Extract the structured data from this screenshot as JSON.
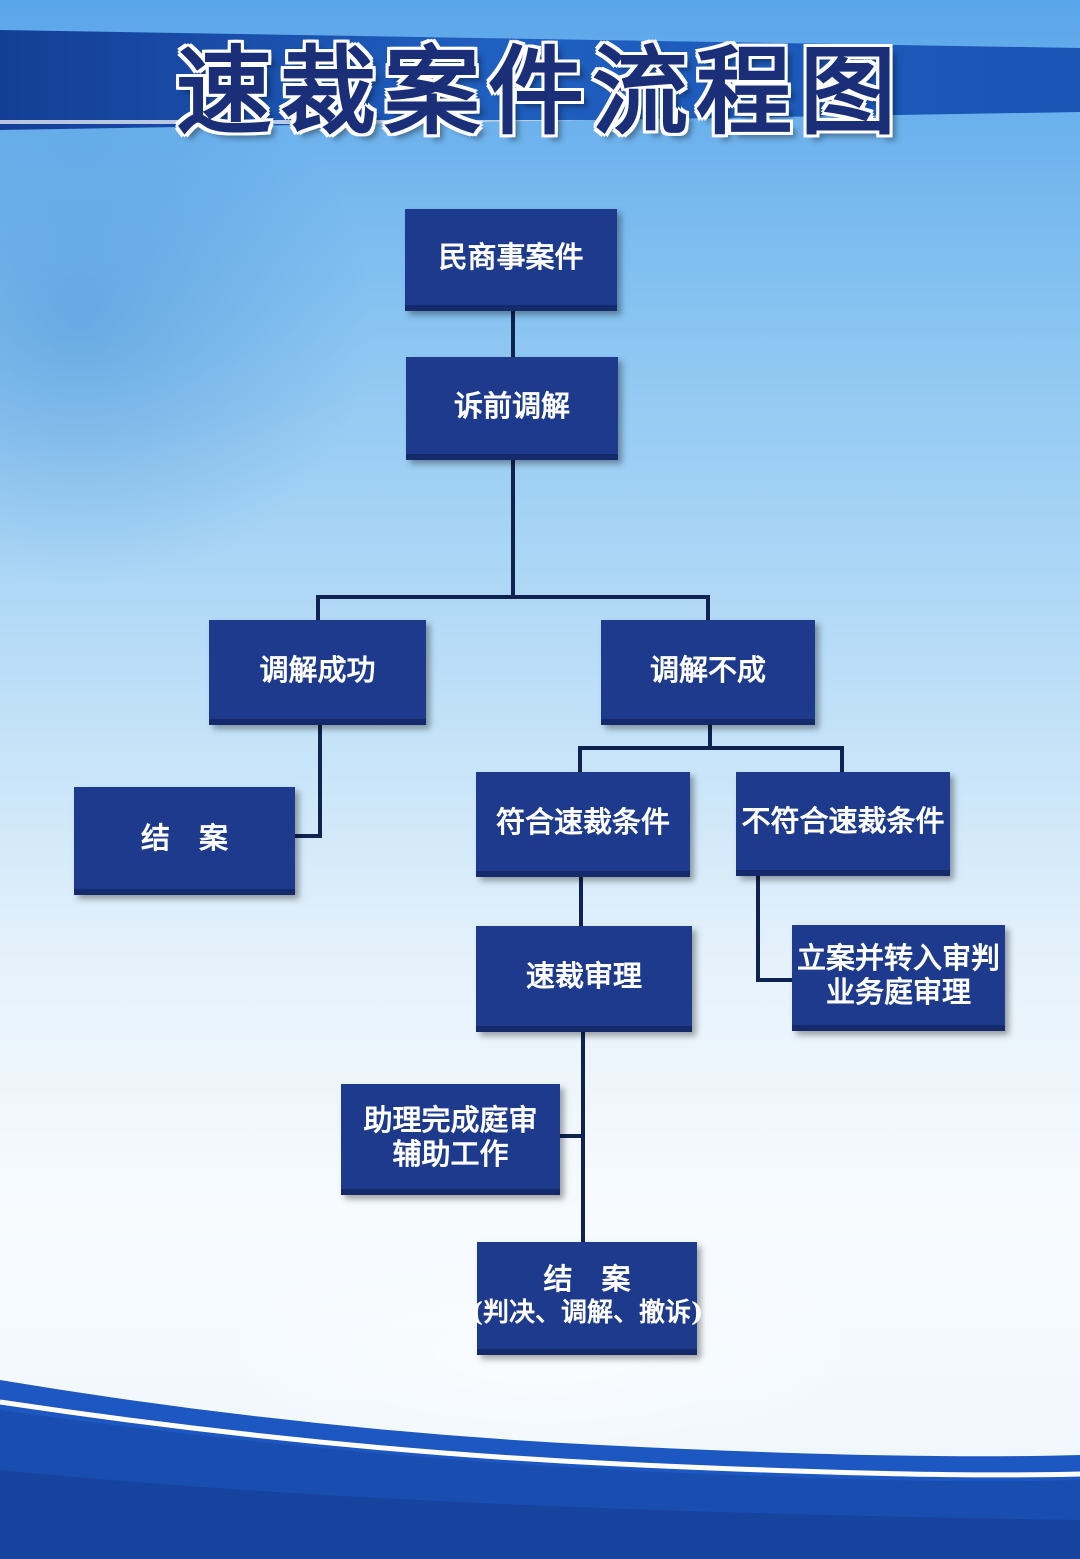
{
  "title": "速裁案件流程图",
  "nodes": {
    "civil_cases": "民商事案件",
    "pre_litigation_mediation": "诉前调解",
    "mediation_success": "调解成功",
    "mediation_failed": "调解不成",
    "case_closed": "结　案",
    "meets_conditions": "符合速裁条件",
    "not_meets_conditions": "不符合速裁条件",
    "fast_trial": "速裁审理",
    "transfer_line1": "立案并转入审判",
    "transfer_line2": "业务庭审理",
    "assistant_line1": "助理完成庭审",
    "assistant_line2": "辅助工作",
    "final_close_line1": "结　案",
    "final_close_line2": "(判决、调解、撤诉)"
  },
  "colors": {
    "box_fill": "#1d3a8c",
    "connector": "#10224f",
    "title_text": "#1a2f78",
    "title_band": "#1f5fc0"
  }
}
